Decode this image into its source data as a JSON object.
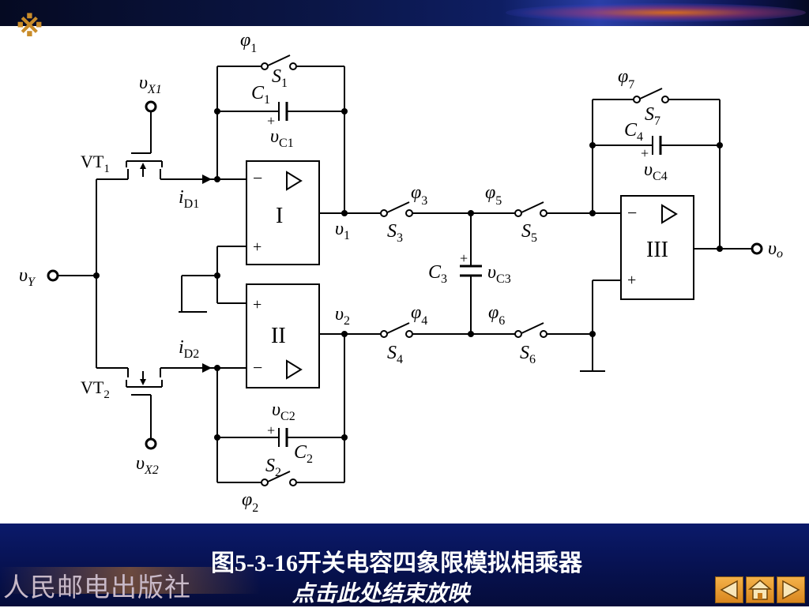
{
  "slide": {
    "caption": "图5-3-16开关电容四象限模拟相乘器",
    "end_show": "点击此处结束放映",
    "publisher": "人民邮电出版社",
    "logo_mark": "※"
  },
  "diagram": {
    "inputs": {
      "vx1": {
        "base": "υ",
        "sub": "X1"
      },
      "vx2": {
        "base": "υ",
        "sub": "X2"
      },
      "vy": {
        "base": "υ",
        "sub": "Y"
      },
      "vo": {
        "base": "υ",
        "sub": "o"
      }
    },
    "transistors": {
      "vt1": {
        "base": "VT",
        "sub": "1"
      },
      "vt2": {
        "base": "VT",
        "sub": "2"
      }
    },
    "currents": {
      "id1": {
        "base": "i",
        "sub": "D1"
      },
      "id2": {
        "base": "i",
        "sub": "D2"
      }
    },
    "opamps": {
      "a1": "I",
      "a2": "II",
      "a3": "III",
      "minus": "−",
      "plus": "+"
    },
    "nodes": {
      "v1": {
        "base": "υ",
        "sub": "1"
      },
      "v2": {
        "base": "υ",
        "sub": "2"
      }
    },
    "capacitors": {
      "c1": {
        "base": "C",
        "sub": "1",
        "v_base": "υ",
        "v_sub": "C1"
      },
      "c2": {
        "base": "C",
        "sub": "2",
        "v_base": "υ",
        "v_sub": "C2"
      },
      "c3": {
        "base": "C",
        "sub": "3",
        "v_base": "υ",
        "v_sub": "C3"
      },
      "c4": {
        "base": "C",
        "sub": "4",
        "v_base": "υ",
        "v_sub": "C4"
      },
      "polarity": "+"
    },
    "switches": {
      "s1": {
        "base": "S",
        "sub": "1",
        "phase_base": "φ",
        "phase_sub": "1"
      },
      "s2": {
        "base": "S",
        "sub": "2",
        "phase_base": "φ",
        "phase_sub": "2"
      },
      "s3": {
        "base": "S",
        "sub": "3",
        "phase_base": "φ",
        "phase_sub": "3"
      },
      "s4": {
        "base": "S",
        "sub": "4",
        "phase_base": "φ",
        "phase_sub": "4"
      },
      "s5": {
        "base": "S",
        "sub": "5",
        "phase_base": "φ",
        "phase_sub": "5"
      },
      "s6": {
        "base": "S",
        "sub": "6",
        "phase_base": "φ",
        "phase_sub": "6"
      },
      "s7": {
        "base": "S",
        "sub": "7",
        "phase_base": "φ",
        "phase_sub": "7"
      }
    }
  },
  "nav": {
    "prev_icon": "triangle-left-icon",
    "home_icon": "home-icon",
    "next_icon": "triangle-right-icon"
  }
}
